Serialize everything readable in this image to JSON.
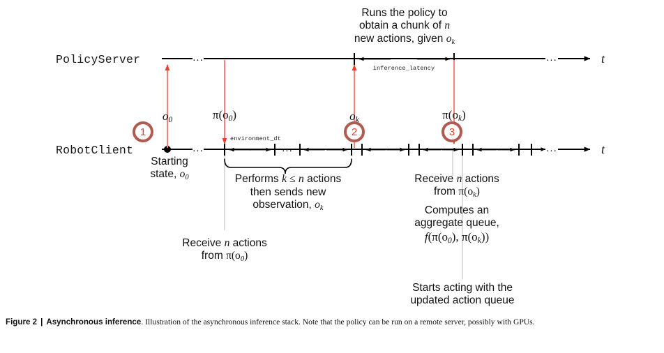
{
  "figure": {
    "lanes": [
      {
        "name": "PolicyServer",
        "axis_label": "t"
      },
      {
        "name": "RobotClient",
        "axis_label": "t"
      }
    ],
    "ellipsis": "...",
    "timing_labels": {
      "inference_latency": "inference_latency",
      "environment_dt": "environment_dt"
    },
    "signal_labels": {
      "o0": "o",
      "o0_sub": "0",
      "pi_o0": "π(o",
      "pi_o0_sub": "0",
      "pi_o0_close": ")",
      "ok": "o",
      "ok_sub": "k",
      "pi_ok": "π(o",
      "pi_ok_sub": "k",
      "pi_ok_close": ")"
    },
    "badges": [
      {
        "id": "1",
        "label": "1"
      },
      {
        "id": "2",
        "label": "2"
      },
      {
        "id": "3",
        "label": "3"
      }
    ],
    "annotations": {
      "server_inference": {
        "line1": "Runs the policy to",
        "line2_a": "obtain a chunk of ",
        "line2_math": "n",
        "line3_a": "new actions, given ",
        "line3_math": "o",
        "line3_sub": "k"
      },
      "starting_state": {
        "line1": "Starting",
        "line2_a": "state, ",
        "line2_math": "o",
        "line2_sub": "0"
      },
      "receive_first_chunk": {
        "line1_a": "Receive ",
        "line1_math": "n",
        "line1_b": " actions",
        "line2_a": "from ",
        "line2_math": "π(o",
        "line2_sub": "0",
        "line2_close": ")"
      },
      "performs_actions": {
        "line1_a": "Performs ",
        "line1_math": "k ≤ n",
        "line1_b": " actions",
        "line2": "then sends new",
        "line3_a": "observation, ",
        "line3_math": "o",
        "line3_sub": "k"
      },
      "receive_second_chunk": {
        "line1_a": "Receive ",
        "line1_math": "n",
        "line1_b": " actions",
        "line2_a": "from ",
        "line2_math": "π(o",
        "line2_sub": "k",
        "line2_close": ")"
      },
      "aggregate_queue": {
        "line1": "Computes an",
        "line2": "aggregate queue,",
        "line3_f": "f",
        "line3_open": "(",
        "line3_a": "π(o",
        "line3_a_sub": "0",
        "line3_mid": "), ",
        "line3_b": "π(o",
        "line3_b_sub": "k",
        "line3_close": "))"
      },
      "starts_acting": {
        "line1": "Starts acting with the",
        "line2": "updated action queue"
      }
    },
    "caption": {
      "number": "Figure 2",
      "separator": "|",
      "title": "Asynchronous inference",
      "body": ". Illustration of the asynchronous inference stack. Note that the policy can be run on a remote server, possibly with GPUs."
    },
    "colors": {
      "signal_red": "#f4827a",
      "arrow_red": "#e8402a",
      "badge_ring": "#b05a52",
      "badge_text": "#e8402a",
      "axis_black": "#000000",
      "guide_gray": "#b9b9b9"
    }
  }
}
